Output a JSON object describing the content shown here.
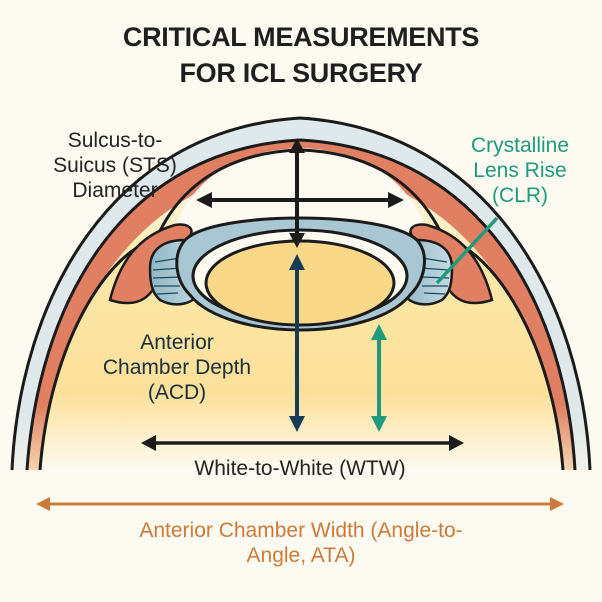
{
  "title": {
    "line1": "CRITICAL MEASUREMENTS",
    "line2": "FOR ICL SURGERY"
  },
  "labels": {
    "sts": {
      "line1": "Sulcus-to-",
      "line2": "Suicus (STS)",
      "line3": "Diameter",
      "color": "#232323"
    },
    "clr": {
      "line1": "Crystalline",
      "line2": "Lens Rise",
      "line3": "(CLR)",
      "color": "#1f9a7c"
    },
    "acd": {
      "line1": "Anterior",
      "line2": "Chamber Depth",
      "line3": "(ACD)",
      "color": "#1d2e3a"
    },
    "wtw": {
      "text": "White-to-White (WTW)",
      "color": "#232323"
    },
    "ata": {
      "line1": "Anterior Chamber Width (Angle-to-",
      "line2": "Angle, ATA)",
      "color": "#cd7a3a"
    }
  },
  "colors": {
    "background": "#fdfbf1",
    "cornea": "#dfe8ea",
    "iris_ciliary": "#e07f62",
    "lens": "#fad889",
    "icl_ring": "#a9c6d3",
    "outline": "#1b1b1b",
    "acd_arrow": "#173a55",
    "clr_arrow": "#1f9a7c",
    "ata_arrow": "#cd7a3a"
  }
}
